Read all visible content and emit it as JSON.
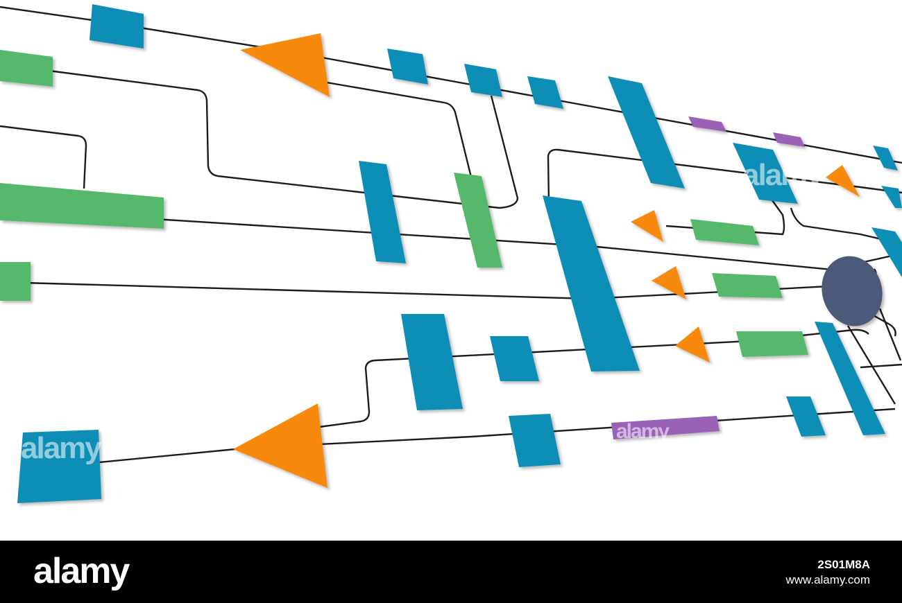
{
  "diagram": {
    "colors": {
      "blue": "#0f8eb6",
      "green": "#55b86a",
      "orange": "#f7890c",
      "purple": "#9a62b6",
      "navy": "#4b5a78",
      "connector": "#1c1c1c",
      "shadow": "#9a9a9a"
    },
    "shape_kinds": [
      "rectangle",
      "triangle",
      "ellipse"
    ]
  },
  "watermark": {
    "text": "alamy"
  },
  "footer": {
    "brand": "alamy",
    "image_id": "2S01M8A",
    "url": "www.alamy.com"
  }
}
